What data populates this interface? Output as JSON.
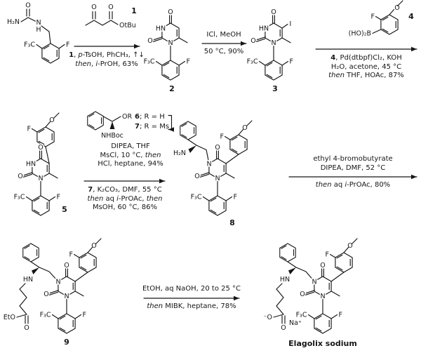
{
  "figure": {
    "name": "Synthesis scheme of Elagolix sodium"
  },
  "colors": {
    "ink": "#161616",
    "bg": "#ffffff"
  },
  "labels": {
    "c1": "1",
    "c2": "2",
    "c3": "3",
    "c4": "4",
    "c5": "5",
    "c8": "8",
    "c9": "9",
    "final": "Elagolix sodium"
  },
  "labels67": {
    "l6": [
      [
        {
          "t": "6",
          "b": 1
        },
        {
          "t": "; R = H"
        }
      ]
    ],
    "l7": [
      [
        {
          "t": "7",
          "b": 1
        },
        {
          "t": "; R = Ms"
        }
      ]
    ]
  },
  "atoms": {
    "start": {
      "h2n": "H₂N",
      "o": "O",
      "n": "N",
      "h": "H",
      "f": "F",
      "f3c": "F₃C"
    },
    "c1": {
      "o_ket": "O",
      "o_ester": "O",
      "otbu": "OtBu"
    },
    "c2": {
      "o_top": "O",
      "hn": "HN",
      "o_left": "O",
      "n": "N",
      "f": "F",
      "f3c": "F₃C"
    },
    "c3": {
      "o_top": "O",
      "hn": "HN",
      "o_left": "O",
      "n": "N",
      "i": "I",
      "f": "F",
      "f3c": "F₃C"
    },
    "c4": {
      "o": "O",
      "f": "F",
      "b": "(HO)₂B"
    },
    "c5": {
      "o_me": "O",
      "ar_f": "F",
      "o_top": "O",
      "hn": "HN",
      "o_left": "O",
      "n": "N",
      "f": "F",
      "f3c": "F₃C"
    },
    "c67": {
      "or": "OR",
      "nhboc": "NHBoc"
    },
    "c8": {
      "h2n": "H₂N",
      "n3": "N",
      "o_top": "O",
      "o_left": "O",
      "n1": "N",
      "o_me": "O",
      "ar_f": "F",
      "f": "F",
      "f3c": "F₃C"
    },
    "c9": {
      "hn": "HN",
      "eto": "EtO",
      "o_ester": "O",
      "n3": "N",
      "o_top": "O",
      "o_left": "O",
      "n1": "N",
      "o_me": "O",
      "ar_f": "F",
      "f": "F",
      "f3c": "F₃C"
    },
    "final": {
      "hn": "HN",
      "o_minus": "⁻O",
      "o_carb": "O",
      "na": "Na⁺",
      "n3": "N",
      "o_top": "O",
      "o_left": "O",
      "n1": "N",
      "o_me": "O",
      "ar_f": "F",
      "f": "F",
      "f3c": "F₃C"
    }
  },
  "arrows": {
    "a1": {
      "below": [
        [
          {
            "t": "1",
            "b": 1
          },
          {
            "t": ", "
          },
          {
            "t": "p",
            "i": 1
          },
          {
            "t": "-TsOH, PhCH₃, ↑↓"
          }
        ],
        [
          {
            "t": "then",
            "i": 1
          },
          {
            "t": ", "
          },
          {
            "t": "i",
            "i": 1
          },
          {
            "t": "-PrOH, 63%"
          }
        ]
      ]
    },
    "a2": {
      "above": [
        [
          {
            "t": "ICl, MeOH"
          }
        ]
      ],
      "below": [
        [
          {
            "t": "50 °C, 90%"
          }
        ]
      ]
    },
    "a3": {
      "below": [
        [
          {
            "t": "4",
            "b": 1
          },
          {
            "t": ", Pd(dtbpf)Cl₂, KOH"
          }
        ],
        [
          {
            "t": "H₂O, acetone, 45 °C"
          }
        ],
        [
          {
            "t": "then",
            "i": 1
          },
          {
            "t": " THF, HOAc, 87%"
          }
        ]
      ]
    },
    "a4": {
      "above": [
        [
          {
            "t": "DIPEA, THF"
          }
        ],
        [
          {
            "t": "MsCl, 10 °C, "
          },
          {
            "t": "then",
            "i": 1
          }
        ],
        [
          {
            "t": "HCl, heptane, 94%"
          }
        ]
      ],
      "below": [
        [
          {
            "t": "7",
            "b": 1
          },
          {
            "t": ", K₂CO₃, DMF, 55 °C"
          }
        ],
        [
          {
            "t": "then",
            "i": 1
          },
          {
            "t": " aq "
          },
          {
            "t": "i",
            "i": 1
          },
          {
            "t": "-PrOAc, "
          },
          {
            "t": "then",
            "i": 1
          }
        ],
        [
          {
            "t": "MsOH, 60 °C, 86%"
          }
        ]
      ]
    },
    "a5": {
      "above": [
        [
          {
            "t": "ethyl 4-bromobutyrate"
          }
        ],
        [
          {
            "t": "DIPEA, DMF, 52 °C"
          }
        ]
      ],
      "below": [
        [
          {
            "t": "then",
            "i": 1
          },
          {
            "t": " aq "
          },
          {
            "t": "i",
            "i": 1
          },
          {
            "t": "-PrOAc, 80%"
          }
        ]
      ]
    },
    "a6": {
      "above": [
        [
          {
            "t": "EtOH, aq NaOH, 20 to 25 °C"
          }
        ]
      ],
      "below": [
        [
          {
            "t": "then",
            "i": 1
          },
          {
            "t": " MIBK, heptane, 78%"
          }
        ]
      ]
    }
  }
}
